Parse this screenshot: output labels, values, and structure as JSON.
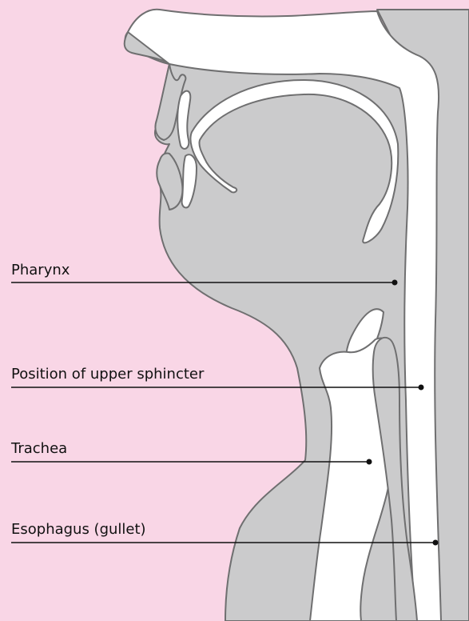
{
  "labels": {
    "pharynx": "Pharynx",
    "upper_sphincter": "Position of upper sphincter",
    "trachea": "Trachea",
    "esophagus": "Esophagus (gullet)"
  },
  "colors": {
    "background": "#f9d6e6",
    "tissue": "#cbcbcc",
    "outline": "#6f6f70",
    "cavity": "#ffffff",
    "leader": "#111111"
  }
}
